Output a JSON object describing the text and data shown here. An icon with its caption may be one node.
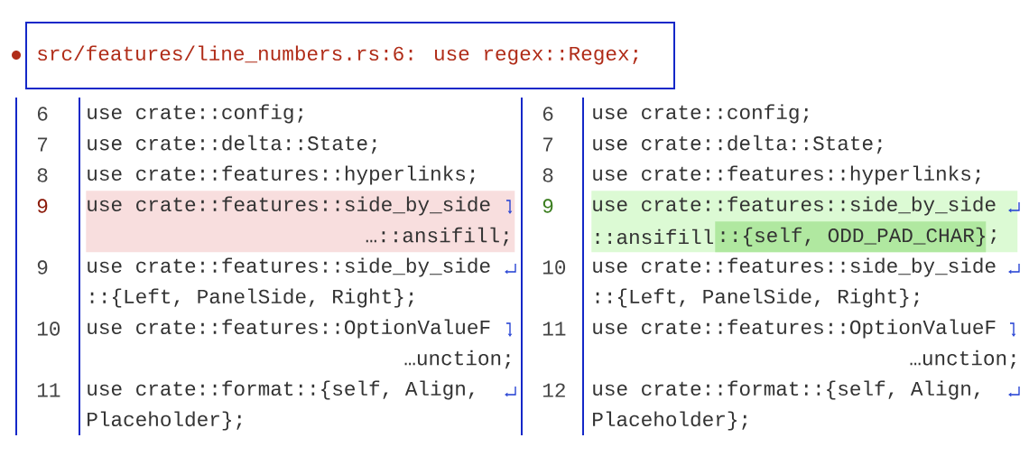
{
  "diagram": {
    "nodes": [
      {
        "text": [
          "src/features/line_numbers.rs:6: use regex::Regex;"
        ]
      },
      {
        "text": [
          "use crate::features::side_by_side",
          "…::ansifill;"
        ]
      },
      {
        "text": [
          "use crate::features::side_by_side",
          "::ansifill",
          ";"
        ]
      },
      {
        "text": [
          "::{self, ODD_PAD_CHAR}"
        ],
        "in": 2
      }
    ],
    "labels": [
      "6",
      "use crate::config;",
      "7",
      "use crate::delta::State;",
      "8",
      "use crate::features::hyperlinks;",
      "9",
      "9",
      "use crate::features::side_by_side",
      "::{Left, PanelSide, Right};",
      "10",
      "use crate::features::OptionValueF",
      "…unction;",
      "11",
      "use crate::format::{self, Align,",
      "Placeholder};",
      "6",
      "use crate::config;",
      "7",
      "use crate::delta::State;",
      "8",
      "use crate::features::hyperlinks;",
      "9",
      "10",
      "use crate::features::side_by_side",
      "::{Left, PanelSide, Right};",
      "11",
      "use crate::features::OptionValueF",
      "…unction;",
      "12",
      "use crate::format::{self, Align,",
      "Placeholder};"
    ]
  }
}
